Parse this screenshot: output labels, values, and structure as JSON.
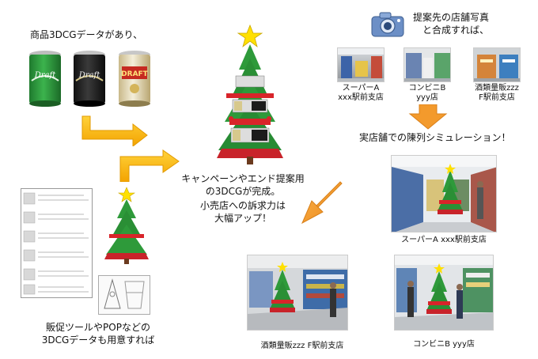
{
  "top_left_caption": "商品3DCGデータがあり、",
  "camera_caption_line1": "提案先の店舗写真",
  "camera_caption_line2": "と合成すれば、",
  "store_captions": [
    {
      "line1": "スーパーA",
      "line2": "xxx駅前支店"
    },
    {
      "line1": "コンビニB",
      "line2": "yyy店"
    },
    {
      "line1": "酒類量販zzz",
      "line2": "F駅前支店"
    }
  ],
  "simulation_caption": "実店舗での陳列シミュレーション！",
  "center_caption": {
    "line1": "キャンペーンやエンド提案用",
    "line2": "の3DCGが完成。",
    "line3": "小売店への訴求力は",
    "line4": "大幅アップ！"
  },
  "bottom_left_caption": {
    "line1": "販促ツールやPOPなどの",
    "line2": "3DCGデータも用意すれば"
  },
  "result_captions": {
    "super": "スーパーA xxx駅前支店",
    "liquor": "酒類量販zzz F駅前支店",
    "conbini": "コンビニB yyy店"
  },
  "can_labels": {
    "green": "Draft",
    "black": "Draft",
    "gold": "DRAFT"
  },
  "colors": {
    "arrow_yellow": "#f7b500",
    "arrow_orange": "#f39a2c",
    "tree_green": "#2e9a3a",
    "star_yellow": "#ffe000",
    "ribbon_red": "#d8242a"
  }
}
